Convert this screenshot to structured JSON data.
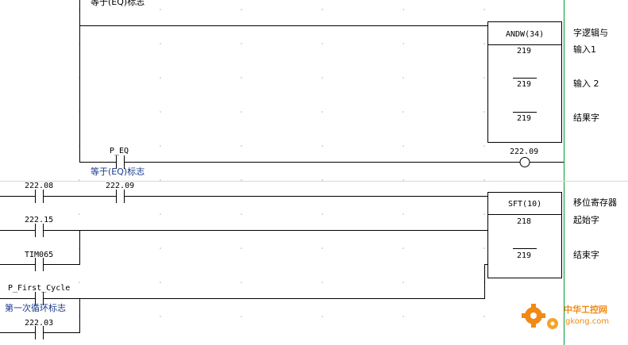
{
  "rungs": {
    "rung1": {
      "top_comment": "等于(EQ)标志",
      "contact_p_eq": {
        "label": "P_EQ",
        "comment": "等于(EQ)标志"
      },
      "coil": {
        "address": "222.09"
      },
      "andw": {
        "title": "ANDW(34)",
        "operand1": "219",
        "operand2": "219",
        "operand3": "219",
        "desc_title": "字逻辑与",
        "desc1": "输入1",
        "desc2": "输入 2",
        "desc3": "结果字"
      }
    },
    "rung2": {
      "contact_a": {
        "label": "222.08"
      },
      "contact_b": {
        "label": "222.09"
      },
      "contact_c": {
        "label": "222.15"
      },
      "contact_d": {
        "label": "TIM065"
      },
      "contact_e": {
        "label": "P_First_Cycle",
        "comment": "第一次循环标志"
      },
      "contact_f": {
        "label": "222.03"
      },
      "sft": {
        "title": "SFT(10)",
        "operand1": "218",
        "operand2": "219",
        "desc_title": "移位寄存器",
        "desc1": "起始字",
        "desc2": "结束字"
      }
    }
  },
  "watermark": {
    "main": "中华工控网",
    "sub": "gkong.com",
    "color": "#f08a14"
  },
  "colors": {
    "right_rail": "#009a3e",
    "comment_text": "#1a3a8a"
  }
}
